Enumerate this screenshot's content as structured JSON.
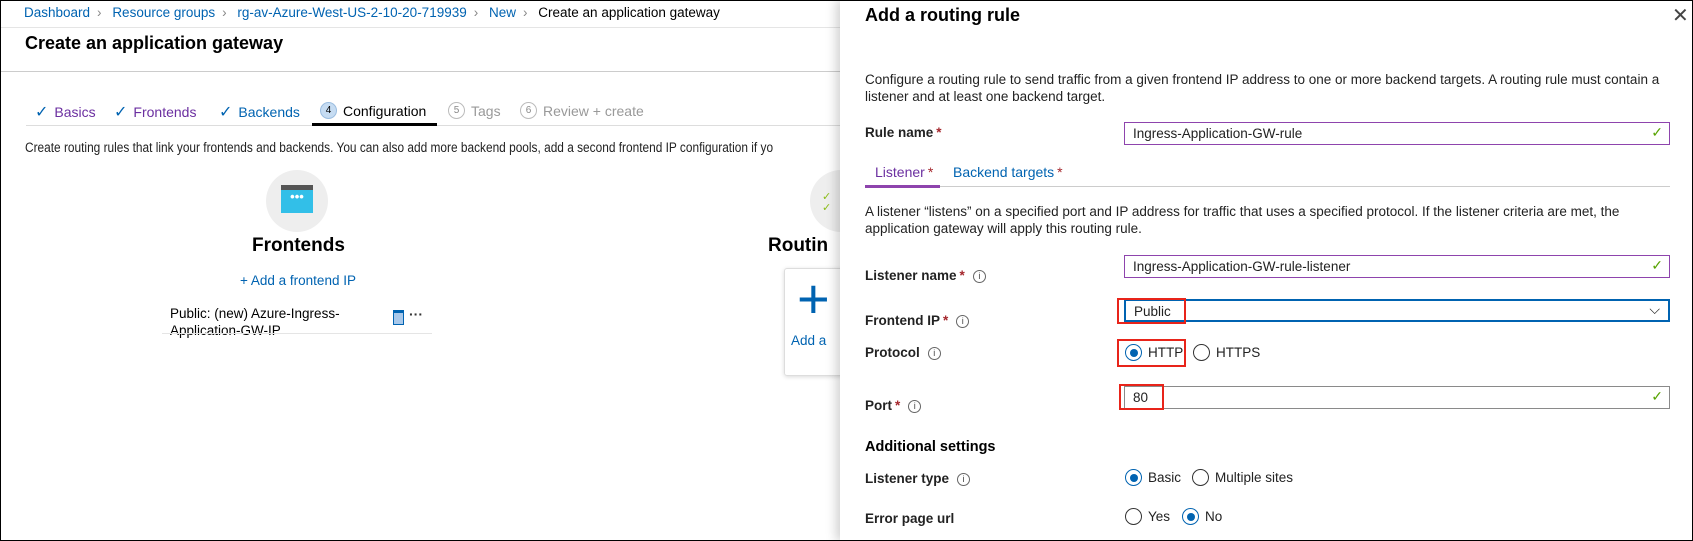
{
  "breadcrumb": [
    "Dashboard",
    "Resource groups",
    "rg-av-Azure-West-US-2-10-20-719939",
    "New",
    "Create an application gateway"
  ],
  "page_title": "Create an application gateway",
  "wizard_tabs": [
    {
      "label": "Basics",
      "state": "done"
    },
    {
      "label": "Frontends",
      "state": "done"
    },
    {
      "label": "Backends",
      "state": "done"
    },
    {
      "num": "4",
      "label": "Configuration",
      "state": "active"
    },
    {
      "num": "5",
      "label": "Tags",
      "state": "disabled"
    },
    {
      "num": "6",
      "label": "Review + create",
      "state": "disabled"
    }
  ],
  "config_description": "Create routing rules that link your frontends and backends. You can also add more backend pools, add a second frontend IP configuration if yo",
  "frontends": {
    "title": "Frontends",
    "add_link": "+ Add a frontend IP",
    "item_line1": "Public: (new) Azure-Ingress-",
    "item_line2": "Application-GW-IP",
    "more": "···"
  },
  "routing": {
    "title": "Routin",
    "add_label": "Add a"
  },
  "panel": {
    "title": "Add a routing rule",
    "description": "Configure a routing rule to send traffic from a given frontend IP address to one or more backend targets. A routing rule must contain a listener and at least one backend target.",
    "rule_name_label": "Rule name",
    "rule_name_value": "Ingress-Application-GW-rule",
    "tabs": [
      {
        "label": "Listener",
        "active": true
      },
      {
        "label": "Backend targets",
        "active": false
      }
    ],
    "listener_description": "A listener “listens” on a specified port and IP address for traffic that uses a specified protocol. If the listener criteria are met, the application gateway will apply this routing rule.",
    "listener_name_label": "Listener name",
    "listener_name_value": "Ingress-Application-GW-rule-listener",
    "frontend_ip_label": "Frontend IP",
    "frontend_ip_value": "Public",
    "protocol_label": "Protocol",
    "protocol_options": [
      "HTTP",
      "HTTPS"
    ],
    "protocol_selected": "HTTP",
    "port_label": "Port",
    "port_value": "80",
    "additional_settings": "Additional settings",
    "listener_type_label": "Listener type",
    "listener_type_options": [
      "Basic",
      "Multiple sites"
    ],
    "listener_type_selected": "Basic",
    "error_page_label": "Error page url",
    "error_page_options": [
      "Yes",
      "No"
    ],
    "error_page_selected": "No",
    "required_mark": "*",
    "info_glyph": "i",
    "check_glyph": "✓"
  },
  "colors": {
    "link": "#0063b1",
    "valid_border": "#8e44ad",
    "highlight": "#e8241a"
  }
}
